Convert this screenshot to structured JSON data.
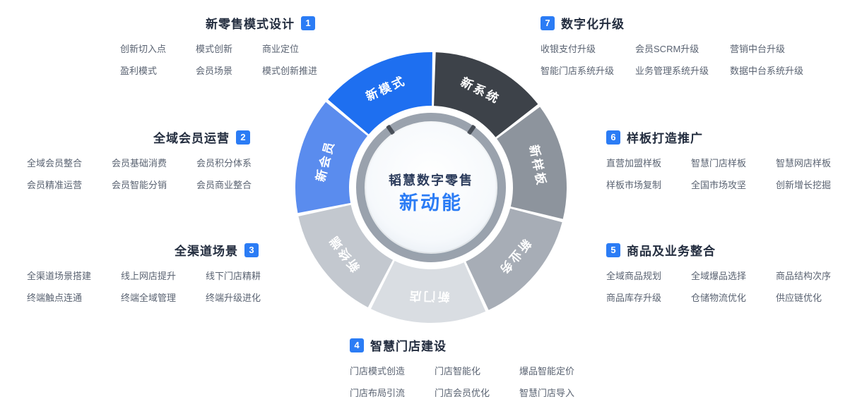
{
  "center": {
    "title": "韬慧数字零售",
    "subtitle": "新动能"
  },
  "colors": {
    "accent": "#2b7cf5",
    "section_title": "#232d3f",
    "section_item": "#5a6372",
    "ring": "#9aa2ad"
  },
  "wheel": {
    "start_angle": 2,
    "span": 50,
    "step": 51.4286,
    "segments": [
      {
        "label": "新系统",
        "color": "#3d4249"
      },
      {
        "label": "新样板",
        "color": "#8d949d"
      },
      {
        "label": "新业务",
        "color": "#a7adb6"
      },
      {
        "label": "新门店",
        "color": "#d9dde2"
      },
      {
        "label": "新终端",
        "color": "#c3c8cf"
      },
      {
        "label": "新会员",
        "color": "#5a8cee"
      },
      {
        "label": "新模式",
        "color": "#1e6ff0"
      }
    ]
  },
  "sections": [
    {
      "id": "s1",
      "num": "1",
      "title": "新零售模式设计",
      "badge_side": "right",
      "items": [
        "创新切入点",
        "模式创新",
        "商业定位",
        "盈利模式",
        "会员场景",
        "模式创新推进"
      ]
    },
    {
      "id": "s2",
      "num": "2",
      "title": "全域会员运营",
      "badge_side": "right",
      "items": [
        "全域会员整合",
        "会员基础消费",
        "会员积分体系",
        "会员精准运营",
        "会员智能分销",
        "会员商业整合"
      ]
    },
    {
      "id": "s3",
      "num": "3",
      "title": "全渠道场景",
      "badge_side": "right",
      "items": [
        "全渠道场景搭建",
        "线上网店提升",
        "线下门店精耕",
        "终端触点连通",
        "终端全域管理",
        "终端升级进化"
      ]
    },
    {
      "id": "s4",
      "num": "4",
      "title": "智慧门店建设",
      "badge_side": "left",
      "items": [
        "门店模式创造",
        "门店智能化",
        "爆品智能定价",
        "门店布局引流",
        "门店会员优化",
        "智慧门店导入"
      ]
    },
    {
      "id": "s5",
      "num": "5",
      "title": "商品及业务整合",
      "badge_side": "left",
      "items": [
        "全域商品规划",
        "全域爆品选择",
        "商品结构次序",
        "商品库存升级",
        "仓储物流优化",
        "供应链优化"
      ]
    },
    {
      "id": "s6",
      "num": "6",
      "title": "样板打造推广",
      "badge_side": "left",
      "items": [
        "直营加盟样板",
        "智慧门店样板",
        "智慧网店样板",
        "样板市场复制",
        "全国市场攻坚",
        "创新增长挖掘"
      ]
    },
    {
      "id": "s7",
      "num": "7",
      "title": "数字化升级",
      "badge_side": "left",
      "items": [
        "收银支付升级",
        "会员SCRM升级",
        "营销中台升级",
        "智能门店系统升级",
        "业务管理系统升级",
        "数据中台系统升级"
      ]
    }
  ]
}
